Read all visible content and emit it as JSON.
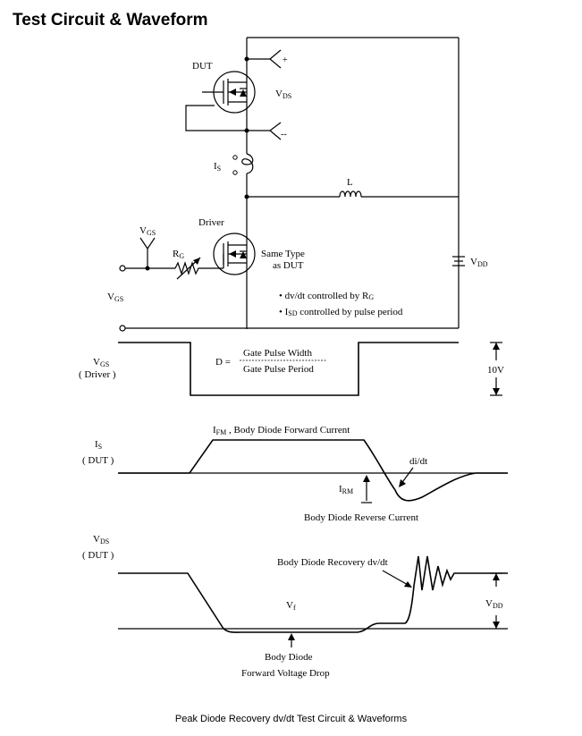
{
  "title": "Test Circuit & Waveform",
  "caption": "Peak Diode Recovery dv/dt Test Circuit & Waveforms",
  "circuit": {
    "dut_label": "DUT",
    "vds_main": "V",
    "vds_sub": "DS",
    "plus": "+",
    "minus": "--",
    "is_main": "I",
    "is_sub": "S",
    "inductor_label": "L",
    "driver_label": "Driver",
    "vgs_main": "V",
    "vgs_sub": "GS",
    "rg_main": "R",
    "rg_sub": "G",
    "same_type_line1": "Same Type",
    "same_type_line2": "as DUT",
    "vdd_main": "V",
    "vdd_sub": "DD",
    "note1": "• dv/dt controlled by R",
    "note1_sub": "G",
    "note2_pre": "• I",
    "note2_sub": "SD",
    "note2_post": " controlled by pulse period"
  },
  "waveforms": {
    "vgs_main": "V",
    "vgs_sub": "GS",
    "driver_label": "( Driver )",
    "duty_label": "D =",
    "duty_num": "Gate Pulse Width",
    "duty_den": "Gate Pulse Period",
    "amp_label": "10V",
    "is_main": "I",
    "is_sub": "S",
    "dut_label": "( DUT )",
    "ifm_main": "I",
    "ifm_sub": "FM",
    "ifm_rest": " , Body Diode Forward Current",
    "didt_label": "di/dt",
    "irm_main": "I",
    "irm_sub": "RM",
    "reverse_label": "Body Diode Reverse Current",
    "vds_main": "V",
    "vds_sub": "DS",
    "vds_dut_label": "( DUT )",
    "recovery_label": "Body Diode Recovery dv/dt",
    "vf_main": "V",
    "vf_sub": "f",
    "vdd_main": "V",
    "vdd_sub": "DD",
    "body_diode_line1": "Body Diode",
    "body_diode_line2": "Forward Voltage Drop"
  }
}
